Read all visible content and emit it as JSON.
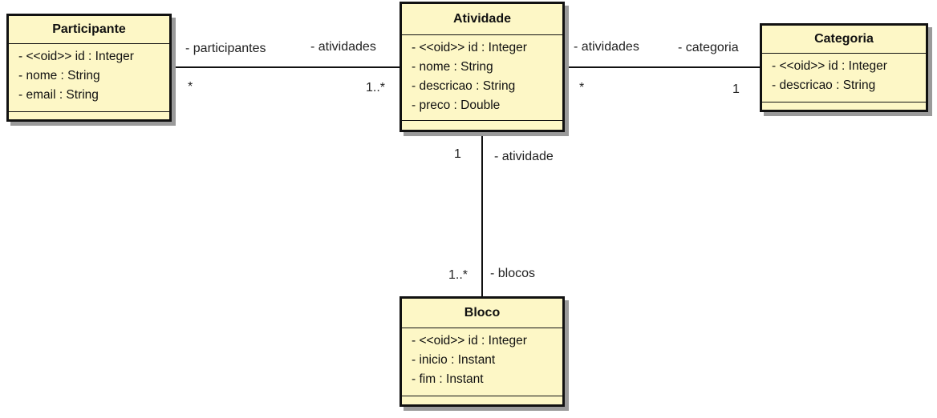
{
  "classes": {
    "participante": {
      "name": "Participante",
      "attributes": [
        "- <<oid>> id : Integer",
        "- nome : String",
        "- email : String"
      ]
    },
    "atividade": {
      "name": "Atividade",
      "attributes": [
        "- <<oid>> id : Integer",
        "- nome : String",
        "- descricao : String",
        "- preco : Double"
      ]
    },
    "categoria": {
      "name": "Categoria",
      "attributes": [
        "- <<oid>> id : Integer",
        "- descricao : String"
      ]
    },
    "bloco": {
      "name": "Bloco",
      "attributes": [
        "- <<oid>> id : Integer",
        "- inicio : Instant",
        "- fim : Instant"
      ]
    }
  },
  "associations": {
    "participante_atividade": {
      "source_role": "- participantes",
      "source_multiplicity": "*",
      "target_role": "- atividades",
      "target_multiplicity": "1..*"
    },
    "atividade_categoria": {
      "source_role": "- atividades",
      "source_multiplicity": "*",
      "target_role": "- categoria",
      "target_multiplicity": "1"
    },
    "atividade_bloco": {
      "source_role": "- atividade",
      "source_multiplicity": "1",
      "target_role": "- blocos",
      "target_multiplicity": "1..*"
    }
  }
}
